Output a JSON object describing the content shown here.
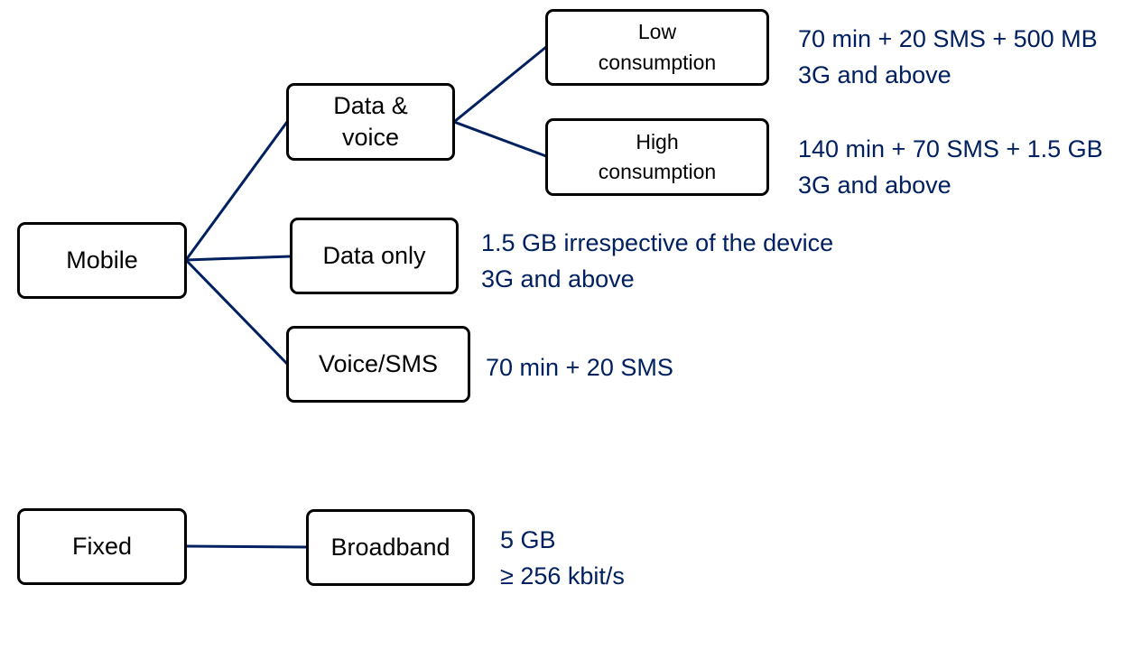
{
  "colors": {
    "connector": "#002060",
    "description_text": "#002060",
    "box_border": "#000000",
    "box_text": "#000000"
  },
  "nodes": {
    "mobile": "Mobile",
    "data_voice": {
      "line1": "Data &",
      "line2": "voice"
    },
    "low_consumption": {
      "line1": "Low",
      "line2": "consumption"
    },
    "high_consumption": {
      "line1": "High",
      "line2": "consumption"
    },
    "data_only": "Data only",
    "voice_sms": "Voice/SMS",
    "fixed": "Fixed",
    "broadband": "Broadband"
  },
  "descriptions": {
    "low_consumption": {
      "line1": "70 min + 20 SMS + 500 MB",
      "line2": "3G and above"
    },
    "high_consumption": {
      "line1": "140 min + 70 SMS + 1.5 GB",
      "line2": "3G and above"
    },
    "data_only": {
      "line1": "1.5 GB irrespective of the device",
      "line2": "3G and above"
    },
    "voice_sms": {
      "line1": "70 min + 20 SMS"
    },
    "broadband": {
      "line1": "5 GB",
      "line2": "≥ 256 kbit/s"
    }
  }
}
